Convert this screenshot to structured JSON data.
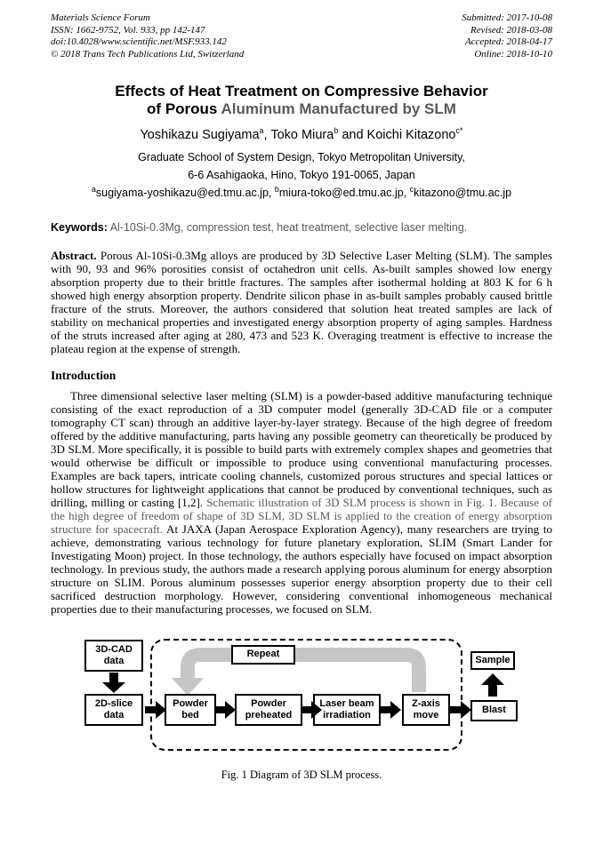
{
  "header": {
    "left": [
      "Materials Science Forum",
      "ISSN: 1662-9752, Vol. 933, pp 142-147",
      "doi:10.4028/www.scientific.net/MSF.933.142",
      "© 2018 Trans Tech Publications Ltd, Switzerland"
    ],
    "right": [
      "Submitted: 2017-10-08",
      "Revised: 2018-03-08",
      "Accepted: 2018-04-17",
      "Online: 2018-10-10"
    ]
  },
  "title": {
    "line1": "Effects of Heat Treatment on Compressive Behavior",
    "line2_black": "of Porous ",
    "line2_gray": "Aluminum Manufactured by SLM"
  },
  "authors": {
    "name1": "Yoshikazu Sugiyama",
    "sup1": "a",
    "sep1": ", ",
    "name2": "Toko Miura",
    "sup2": "b",
    "sep2": " and ",
    "name3": "Koichi Kitazono",
    "sup3": "c*"
  },
  "affiliation": {
    "line1": "Graduate School of System Design, Tokyo Metropolitan University,",
    "line2": "6-6 Asahigaoka, Hino, Tokyo 191-0065, Japan"
  },
  "emails": {
    "sup1": "a",
    "e1": "sugiyama-yoshikazu@ed.tmu.ac.jp",
    "sep1": ", ",
    "sup2": "b",
    "e2": "miura-toko@ed.tmu.ac.jp",
    "sep2": ", ",
    "sup3": "c",
    "e3": "kitazono@tmu.ac.jp"
  },
  "keywords": {
    "label": "Keywords:",
    "text": " Al-10Si-0.3Mg, compression test, heat treatment, selective laser melting."
  },
  "abstract": {
    "label": "Abstract.",
    "text": " Porous Al-10Si-0.3Mg alloys are produced by 3D Selective Laser Melting (SLM). The samples with 90, 93 and 96% porosities consist of octahedron unit cells. As-built samples showed low energy absorption property due to their brittle fractures. The samples after isothermal holding at 803 K for 6 h showed high energy absorption property. Dendrite silicon phase in as-built samples probably caused brittle fracture of the struts. Moreover, the authors considered that solution heat treated samples are lack of stability on mechanical properties and investigated energy absorption property of aging samples. Hardness of the struts increased after aging at 280, 473 and 523 K. Overaging treatment is effective to increase the plateau region at the expense of strength."
  },
  "introduction": {
    "heading": "Introduction",
    "p1_black1": "Three dimensional selective laser melting (SLM) is a powder-based additive manufacturing technique consisting of the exact reproduction of a 3D computer model (generally 3D-CAD file or a computer tomography CT scan) through an additive layer-by-layer strategy. Because of the high degree of freedom offered by the additive manufacturing, parts having any possible geometry can theoretically be produced by 3D SLM. More specifically, it is possible to build parts with extremely complex shapes and geometries that would otherwise be difficult or impossible to produce using conventional manufacturing processes. Examples are back tapers, intricate cooling channels, customized porous structures and special lattices or hollow structures for lightweight applications that cannot be produced by conventional techniques, such as drilling, milling or casting [1,2]. ",
    "p1_gray": "Schematic illustration of 3D SLM process is shown in Fig. 1. Because of the high degree of freedom of shape of 3D SLM, 3D SLM is applied to the creation of energy absorption structure for spacecraft.",
    "p1_black2": " At JAXA (Japan Aerospace Exploration Agency), many researchers are trying to achieve, demonstrating various technology for future planetary exploration, SLIM (Smart Lander for Investigating Moon) project. In those technology, the authors especially have focused on impact absorption technology. In previous study, the authors made a research applying porous aluminum for energy absorption structure on SLIM. Porous aluminum possesses superior energy absorption property due to their cell sacrificed destruction morphology. However, considering conventional inhomogeneous mechanical properties due to their manufacturing processes, we focused on SLM."
  },
  "figure": {
    "boxes": {
      "cad": "3D-CAD data",
      "slice": "2D-slice data",
      "powder_bed": "Powder bed",
      "powder_preheated": "Powder preheated",
      "laser": "Laser beam irradiation",
      "zaxis": "Z-axis move",
      "repeat": "Repeat",
      "sample": "Sample",
      "blast": "Blast"
    },
    "caption": "Fig. 1 Diagram of 3D SLM process."
  },
  "colors": {
    "gray_text": "#595959",
    "loop_band": "#c6c6c6",
    "box_border": "#000000"
  }
}
